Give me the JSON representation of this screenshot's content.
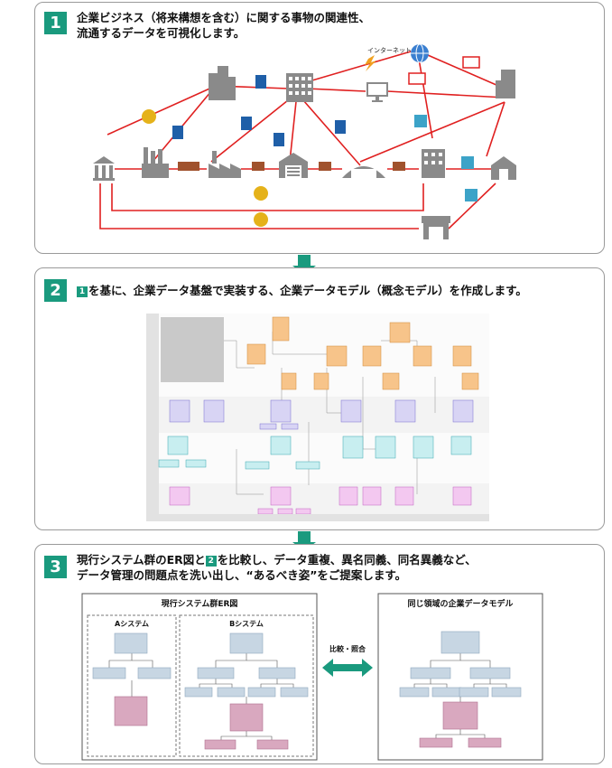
{
  "steps": [
    {
      "number": "1",
      "line1": "企業ビジネス（将来構想を含む）に関する事物の関連性、",
      "line2": "流通するデータを可視化します。"
    },
    {
      "number": "2",
      "ref": "1",
      "text": "を基に、企業データ基盤で実装する、企業データモデル（概念モデル）を作成します。"
    },
    {
      "number": "3",
      "line1a": "現行システム群のER図と",
      "ref": "2",
      "line1b": "を比較し、データ重複、異名同義、同名異義など、",
      "line2": "データ管理の問題点を洗い出し、“あるべき姿”をご提案します。"
    }
  ],
  "step1_diagram": {
    "internet_label": "インターネット"
  },
  "step3_diagram": {
    "current_title": "現行システム群ER図",
    "system_a": "Aシステム",
    "system_b": "Bシステム",
    "compare_label": "比較・照合",
    "model_title": "同じ領域の企業データモデル"
  },
  "colors": {
    "accent": "#1a9a7e",
    "link_red": "#e02020",
    "icon_gray": "#8a8a8a",
    "doc_blue": "#1f5fa8",
    "box_blue": "#c7d6e3",
    "box_pink": "#d9a8bf"
  }
}
